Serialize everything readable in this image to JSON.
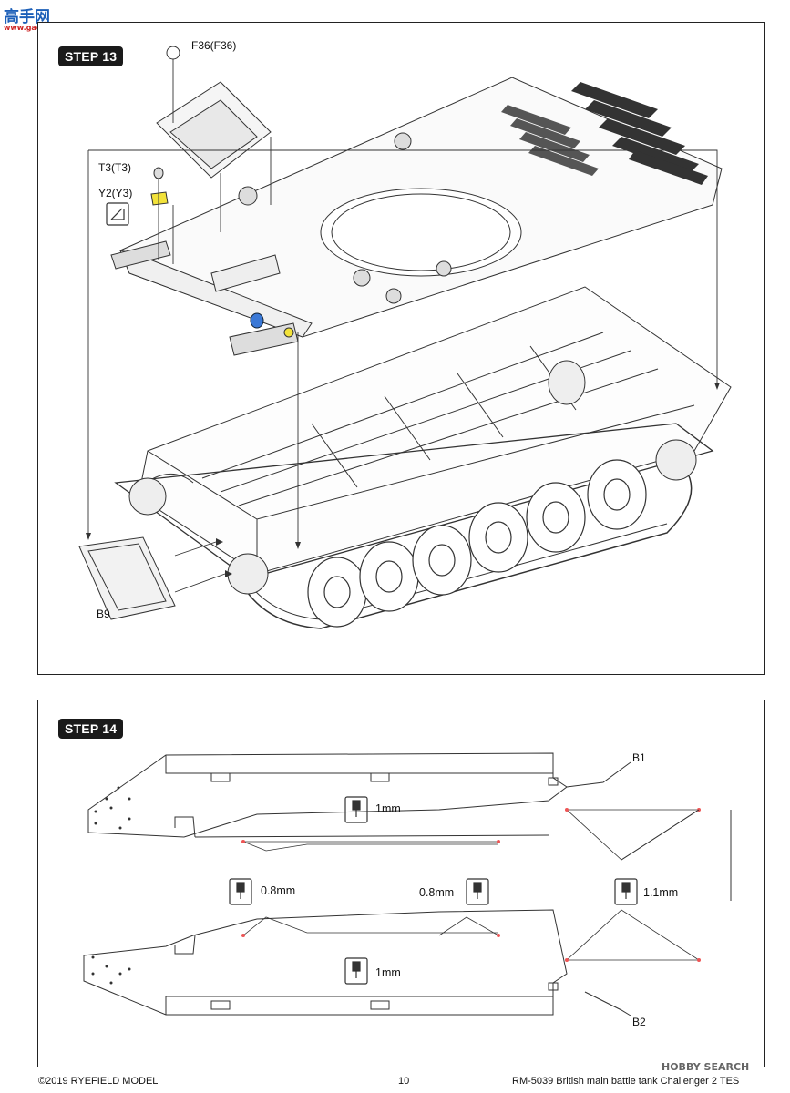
{
  "watermark_top": {
    "brand": "高手网",
    "domain": "www.gaoshou.com"
  },
  "step13": {
    "title": "STEP 13",
    "parts": {
      "f36": "F36(F36)",
      "t3": "T3(T3)",
      "y2": "Y2(Y3)",
      "b9": "B9"
    }
  },
  "step14": {
    "title": "STEP 14",
    "parts": {
      "b1": "B1",
      "b2": "B2"
    },
    "drills": {
      "d1": "1mm",
      "d2": "0.8mm",
      "d3": "0.8mm",
      "d4": "1.1mm",
      "d5": "1mm"
    }
  },
  "footer": {
    "copyright": "©2019 RYEFIELD MODEL",
    "page": "10",
    "product": "RM-5039 British main battle tank Challenger 2 TES"
  },
  "watermark_bottom": "HOBBY SEARCH",
  "colors": {
    "yellow_part": "#f2e23a",
    "blue_part": "#3a78d6",
    "line": "#333333"
  }
}
